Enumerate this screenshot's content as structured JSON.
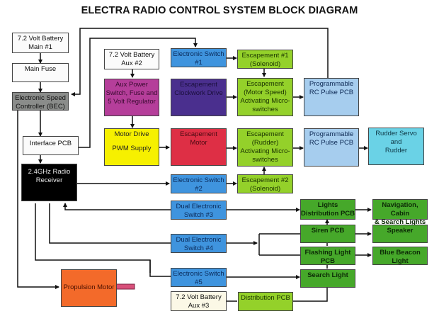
{
  "title": "ELECTRA RADIO CONTROL SYSTEM BLOCK DIAGRAM",
  "blocks": {
    "battery_main": [
      "7.2 Volt Battery",
      "Main #1"
    ],
    "main_fuse": [
      "Main Fuse"
    ],
    "esc": [
      "Electronic Speed",
      "Controller (BEC)"
    ],
    "interface_pcb": [
      "Interface PCB"
    ],
    "receiver": [
      "2.4GHz Radio",
      "Receiver"
    ],
    "battery_aux2": [
      "7.2 Volt Battery",
      "Aux #2"
    ],
    "aux_power": [
      "Aux Power",
      "Switch, Fuse and",
      "5 Volt Regulator"
    ],
    "motor_drive": [
      "Motor Drive",
      "",
      "PWM Supply"
    ],
    "switch1": [
      "Electronic Switch",
      "#1"
    ],
    "clockwork": [
      "Escapement",
      "Clockwork Drive"
    ],
    "esc_motor": [
      "Escapement",
      "Motor"
    ],
    "switch2": [
      "Electronic Switch",
      "#2"
    ],
    "dual3": [
      "Dual Electronic",
      "Switch #3"
    ],
    "dual4": [
      "Dual Electronic",
      "Switch #4"
    ],
    "switch5": [
      "Electronic Switch",
      "#5"
    ],
    "battery_aux3": [
      "7.2 Volt Battery",
      "Aux #3"
    ],
    "esc1_solenoid": [
      "Escapement #1",
      "(Solenoid)"
    ],
    "esc_motor_speed": [
      "Escapement",
      "(Motor Speed)",
      "Activating Micro-",
      "switches"
    ],
    "esc_rudder": [
      "Escapement",
      "(Rudder)",
      "Activating Micro-",
      "switches"
    ],
    "esc2_solenoid": [
      "Escapement #2",
      "(Solenoid)"
    ],
    "distribution_pcb": [
      "Distribution PCB"
    ],
    "rc_pulse_1": [
      "Programmable",
      "RC Pulse PCB"
    ],
    "rc_pulse_2": [
      "Programmable",
      "RC Pulse PCB"
    ],
    "rudder_servo": [
      "Rudder Servo and",
      "Rudder"
    ],
    "lights_dist": [
      "Lights",
      "Distribution PCB"
    ],
    "siren_pcb": [
      "Siren PCB"
    ],
    "flashing_pcb": [
      "Flashing Light PCB"
    ],
    "search_light": [
      "Search Light"
    ],
    "nav_lights": [
      "Navigation, Cabin",
      "& Search Lights"
    ],
    "speaker": [
      "Speaker"
    ],
    "blue_beacon": [
      "Blue Beacon Light"
    ],
    "propulsion_motor": [
      "Propulsion Motor"
    ]
  }
}
